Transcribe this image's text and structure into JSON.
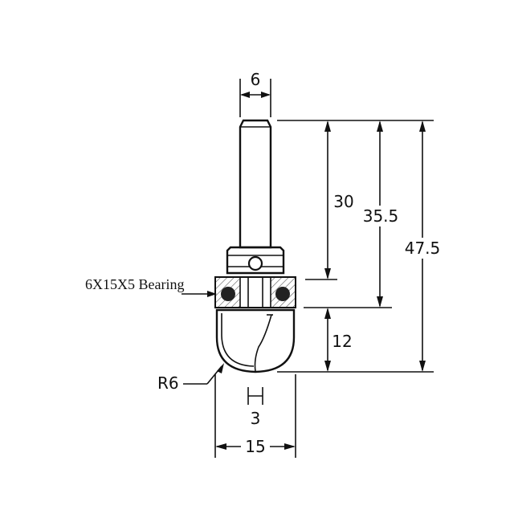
{
  "diagram": {
    "dimensions": {
      "shank_diameter": "6",
      "shank_length": "30",
      "length_to_cutter": "35.5",
      "overall_length": "47.5",
      "cutting_height": "12",
      "radius": "R6",
      "tip_flat": "3",
      "cutting_diameter": "15"
    },
    "callouts": {
      "bearing": "6X15X5 Bearing"
    }
  }
}
